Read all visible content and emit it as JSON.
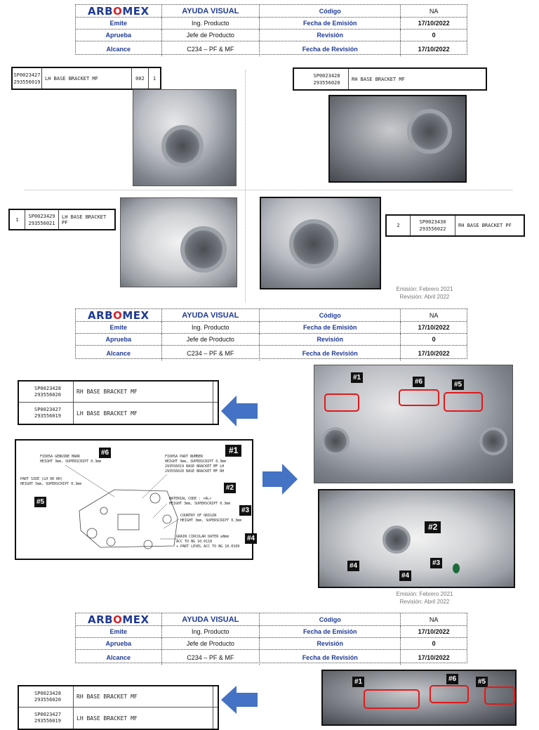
{
  "header": {
    "logo": "ARBOMEX",
    "title": "AYUDA VISUAL",
    "rows": [
      [
        "Emite",
        "Ing. Producto",
        "Fecha de Emisión",
        "17/10/2022"
      ],
      [
        "Aprueba",
        "Jefe de Producto",
        "Revisión",
        "0"
      ],
      [
        "Alcance",
        "C234 – PF & MF",
        "Fecha de Revisión",
        "17/10/2022"
      ]
    ],
    "codigo_label": "Código",
    "codigo_value": "NA"
  },
  "section1": {
    "labels": {
      "lh_mf": {
        "code1": "SP0023427",
        "code2": "293556019",
        "desc": "LH BASE BRACKET MF",
        "rev": "002",
        "qty": "1"
      },
      "rh_mf": {
        "code1": "SP0023428",
        "code2": "293556020",
        "desc": "RH BASE BRACKET MF"
      },
      "lh_pf": {
        "num": "1",
        "code1": "SP0023429",
        "code2": "293556021",
        "desc": "LH BASE BRACKET PF"
      },
      "rh_pf": {
        "num": "2",
        "code1": "SP0023430",
        "code2": "293556022",
        "desc": "RH BASE BRACKET PF"
      }
    },
    "note_line1": "Emisión: Febrero 2021",
    "note_line2": "Revisión: Abril 2022"
  },
  "section2": {
    "parts_table": [
      {
        "code1": "SP0023428",
        "code2": "293556020",
        "desc": "RH BASE BRACKET MF"
      },
      {
        "code1": "SP0023427",
        "code2": "293556019",
        "desc": "LH BASE BRACKET MF"
      }
    ],
    "drawing": {
      "note_genuine": "FIO05A GENUINE MARK\nHEIGHT 3mm, SUPERSCRIPT 0.3mm",
      "note_part_side": "PART SIDE (LH OR RH)\nHEIGHT 5mm, SUPERSCRIPT 0.3mm",
      "note_part_number": "FIO05A PART NUMBER\nHEIGHT 3mm, SUPERSCRIPT 0.3mm\n293556019 BASE BRACKET MF LH\n293556020 BASE BRACKET MF RH",
      "note_material": "MATERIAL CODE : >AL<\nHEIGHT 3mm, SUPERSCRIPT 0.3mm",
      "note_country": "COUNTRY OF ORIGIN\nHEIGHT 3mm, SUPERSCRIPT 0.3mm",
      "note_grain": "GRAIN CIRCULAR DATER ⌀8mm\nACC TO NG 10.0110\n+ PART LEVEL ACC TO NG 10.0109"
    },
    "tags": [
      "#1",
      "#2",
      "#3",
      "#4",
      "#5",
      "#6"
    ],
    "note_line1": "Emisión: Febrero 2021",
    "note_line2": "Revisión: Abril 2022"
  },
  "section3": {
    "parts_table": [
      {
        "code1": "SP0023428",
        "code2": "293556020",
        "desc": "RH BASE BRACKET MF"
      },
      {
        "code1": "SP0023427",
        "code2": "293556019",
        "desc": "LH BASE BRACKET MF"
      }
    ],
    "tags": [
      "#1",
      "#6",
      "#5"
    ]
  },
  "colors": {
    "brand_blue": "#1f3a93",
    "brand_red": "#d8232a",
    "arrow_blue": "#4472c4",
    "highlight_red": "#e01a1a"
  }
}
